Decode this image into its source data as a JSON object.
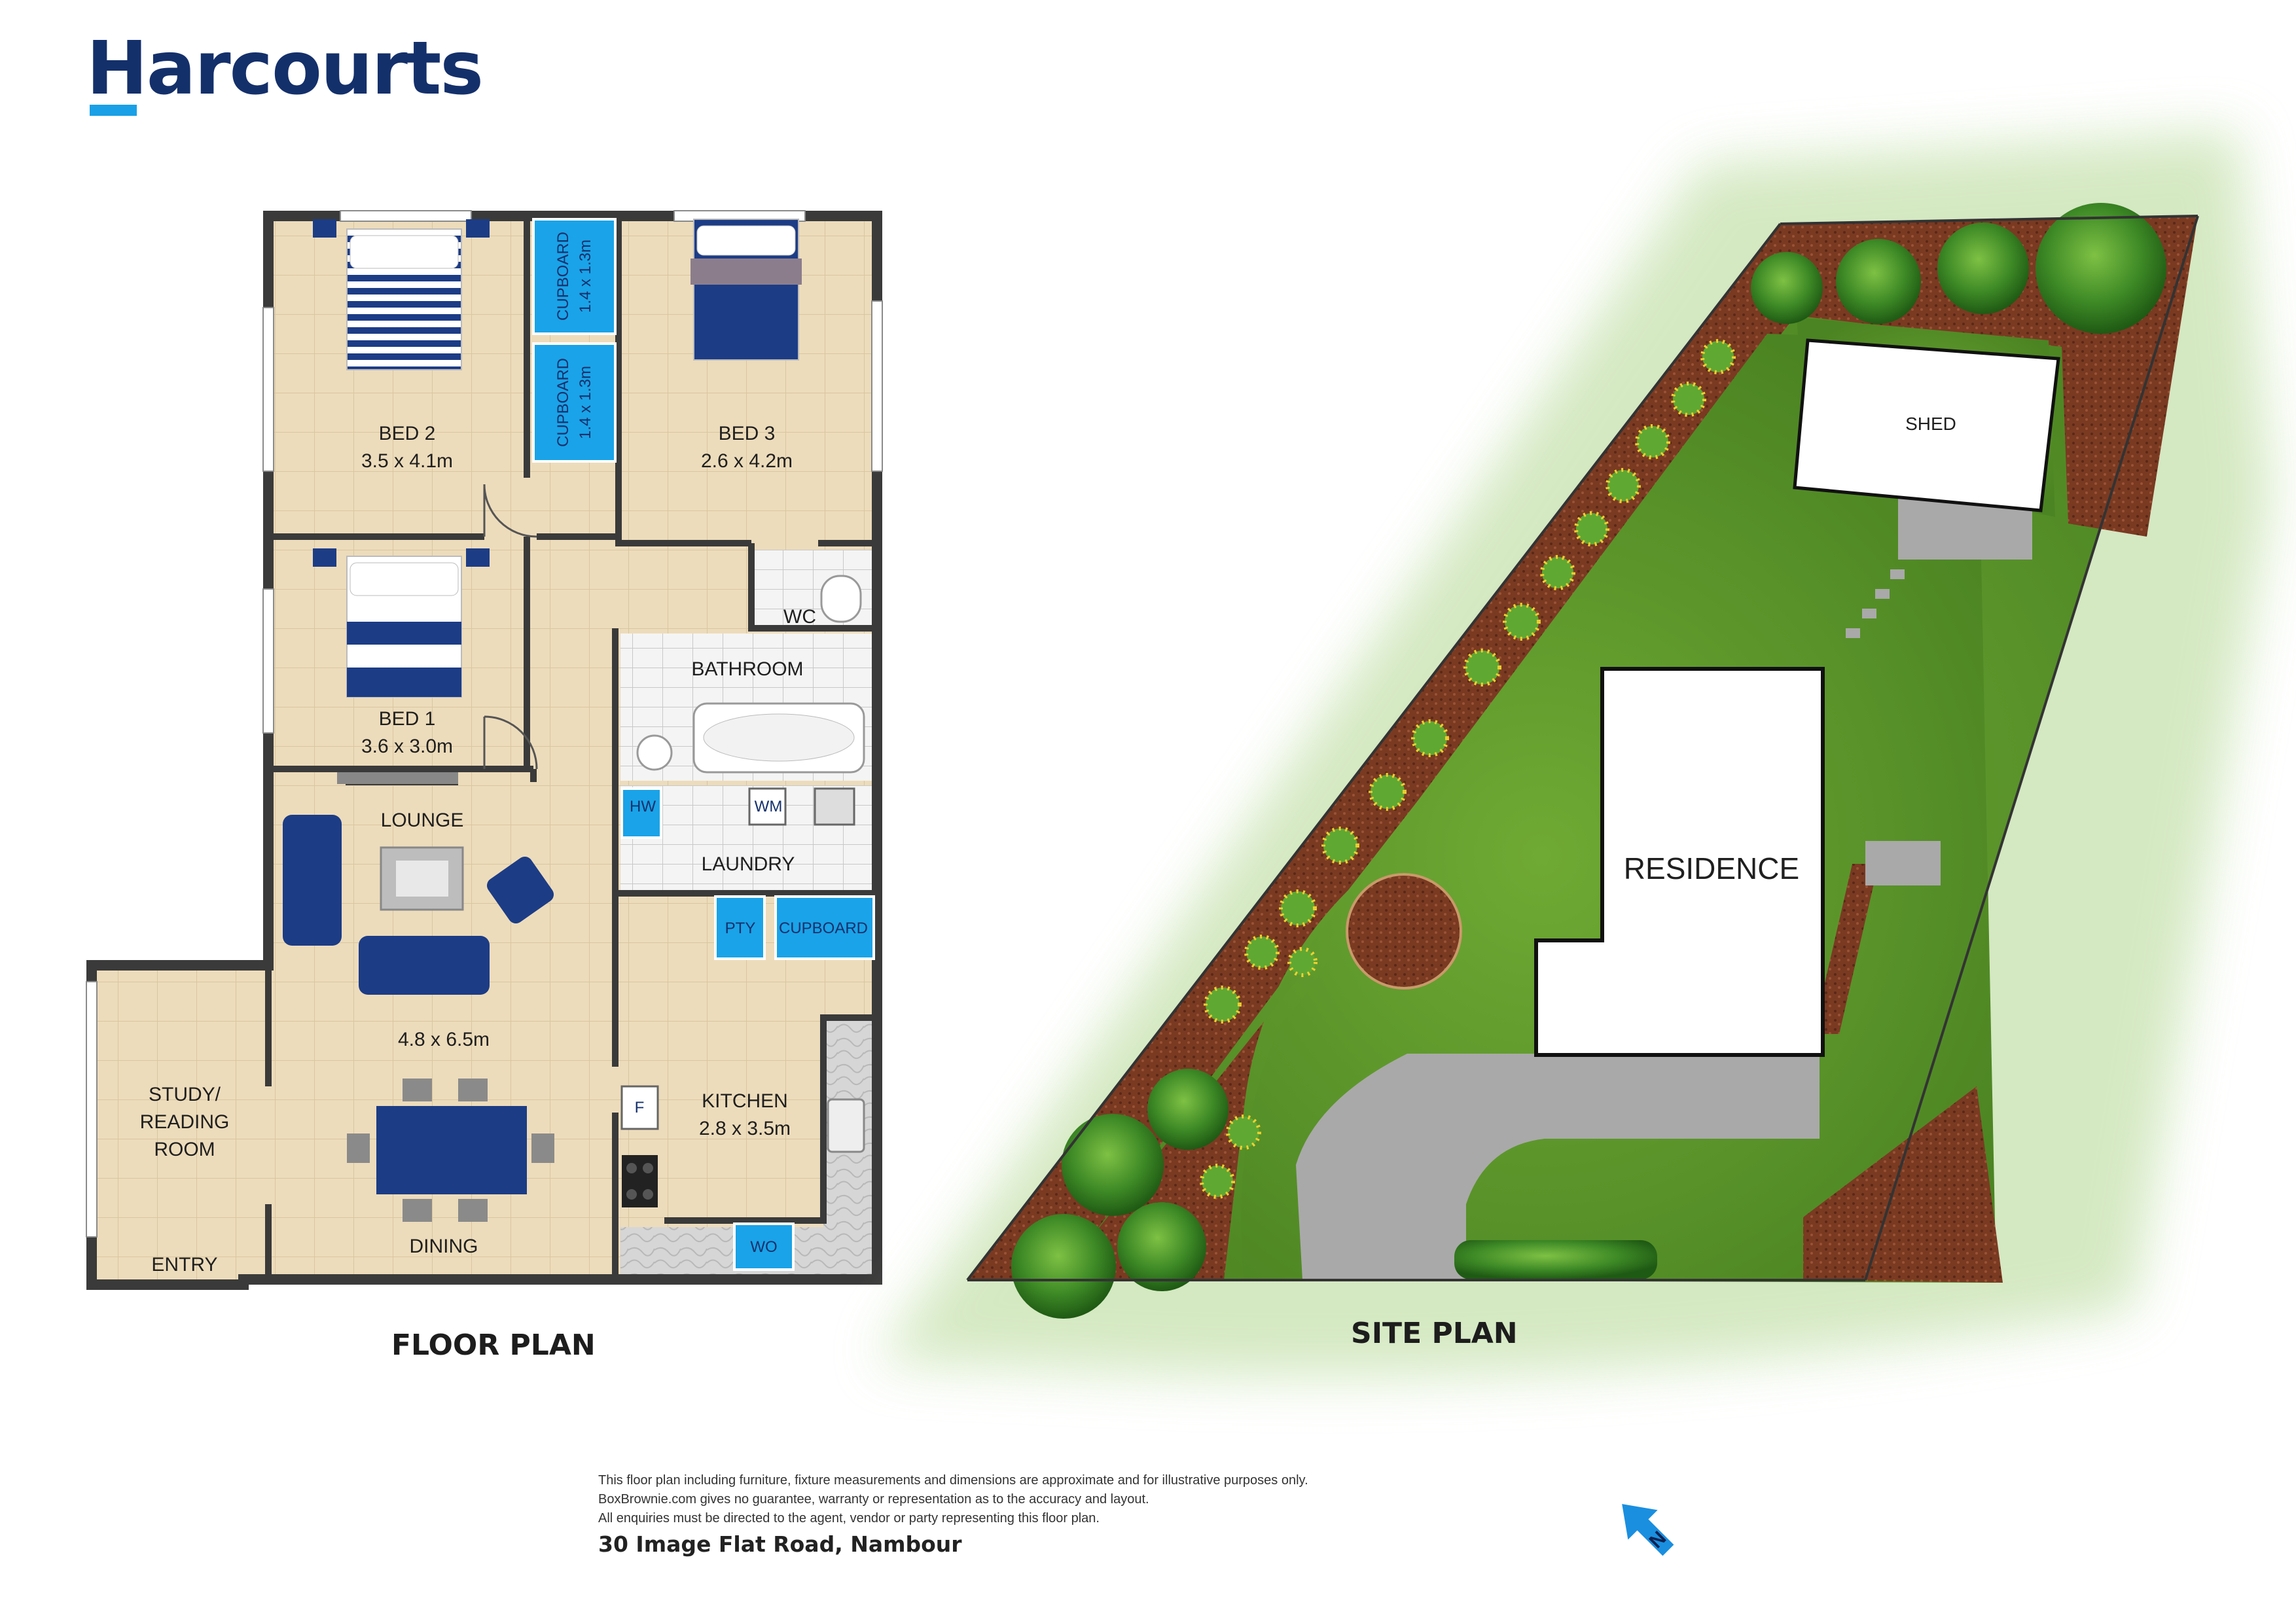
{
  "brand": {
    "name": "Harcourts",
    "bar_color": "#1aa0e6",
    "text_color": "#14306b"
  },
  "floor_plan": {
    "caption": "FLOOR PLAN",
    "rooms": {
      "bed2": {
        "name": "BED 2",
        "size": "3.5 x 4.1m"
      },
      "bed3": {
        "name": "BED 3",
        "size": "2.6 x 4.2m"
      },
      "bed1": {
        "name": "BED 1",
        "size": "3.6 x 3.0m"
      },
      "wc": {
        "name": "WC"
      },
      "bathroom": {
        "name": "BATHROOM"
      },
      "lounge": {
        "name": "LOUNGE",
        "size": "4.8 x 6.5m"
      },
      "laundry": {
        "name": "LAUNDRY"
      },
      "kitchen": {
        "name": "KITCHEN",
        "size": "2.8 x 3.5m"
      },
      "study": {
        "line1": "STUDY/",
        "line2": "READING",
        "line3": "ROOM"
      },
      "entry": {
        "name": "ENTRY"
      },
      "dining": {
        "name": "DINING"
      }
    },
    "cupboard_top": {
      "name": "CUPBOARD",
      "size": "1.4 x 1.3m"
    },
    "cupboard_mid": {
      "name": "CUPBOARD",
      "size": "1.4 x 1.3m"
    },
    "fixtures": {
      "hw": "HW",
      "wm": "WM",
      "pty": "PTY",
      "cupboard": "CUPBOARD",
      "f": "F",
      "wo": "WO"
    },
    "colors": {
      "floor_tile": "#eddcbb",
      "wall": "#3a3a3a",
      "cupboard": "#1aa3e8",
      "furniture": "#1c3c86"
    }
  },
  "site_plan": {
    "caption": "SITE PLAN",
    "shed": "SHED",
    "residence": "RESIDENCE",
    "colors": {
      "lawn": "#5e9a2c",
      "garden_bed": "#7a3a22",
      "concrete": "#a8a8a8"
    }
  },
  "north_arrow": {
    "label": "N",
    "color": "#1a8fe0"
  },
  "disclaimer": [
    "This floor plan including furniture, fixture measurements and dimensions are approximate and for illustrative purposes only.",
    "BoxBrownie.com gives no guarantee, warranty or representation as to the accuracy and layout.",
    "All enquiries must be directed to the agent, vendor or party representing this floor plan."
  ],
  "address": "30 Image Flat Road, Nambour"
}
